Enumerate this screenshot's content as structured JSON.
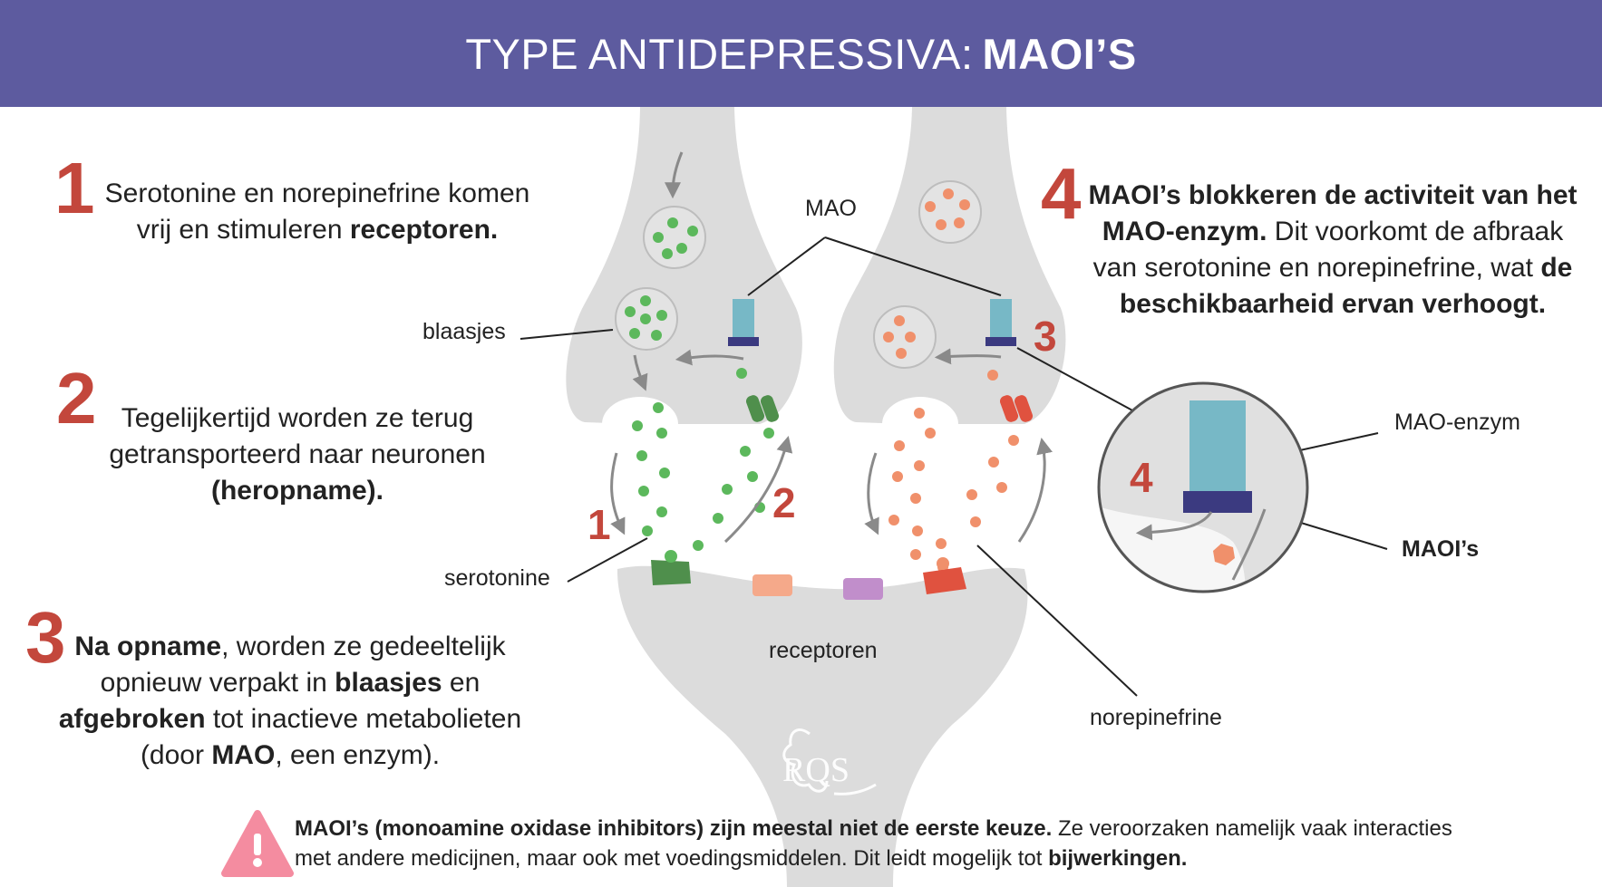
{
  "header": {
    "title_prefix": "TYPE ANTIDEPRESSIVA:",
    "title_bold": "MAOI’S",
    "bg_color": "#5d5b9f"
  },
  "colors": {
    "accent": "#c3473c",
    "serotonin": "#5cb85c",
    "norepinephrine": "#f0906b",
    "mao": "#77b8c6",
    "maoi": "#3b3a80",
    "neuron": "#dcdcdc"
  },
  "steps": {
    "s1": {
      "number": "1",
      "t1": "Serotonine en norepinefrine komen",
      "t2": "vrij en stimuleren ",
      "t2b": "receptoren."
    },
    "s2": {
      "number": "2",
      "t1": "Tegelijkertijd worden ze terug",
      "t2": "getransporteerd naar neuronen",
      "t3b": "(heropname)."
    },
    "s3": {
      "number": "3",
      "t1b": "Na opname",
      "t1": ", worden ze gedeeltelijk",
      "t2": "opnieuw verpakt in ",
      "t2b": "blaasjes",
      "t2c": " en",
      "t3b": "afgebroken",
      "t3": " tot inactieve metabolieten",
      "t4": "(door ",
      "t4b": "MAO",
      "t4c": ", een enzym)."
    },
    "s4": {
      "number": "4",
      "t1b": "MAOI’s blokkeren de activiteit van het",
      "t2b": "MAO-enzym.",
      "t2": " Dit voorkomt de afbraak",
      "t3": "van serotonine en norepinefrine, wat ",
      "t3b": "de",
      "t4b": "beschikbaarheid ervan verhoogt."
    }
  },
  "labels": {
    "mao": "MAO",
    "blaasjes": "blaasjes",
    "serotonine": "serotonine",
    "receptoren": "receptoren",
    "norepinefrine": "norepinefrine",
    "mao_enzym": "MAO-enzym",
    "maois": "MAOI’s"
  },
  "diagram_numbers": {
    "n1": "1",
    "n2": "2",
    "n3": "3",
    "n4": "4"
  },
  "warning": {
    "bold": "MAOI’s (monoamine oxidase inhibitors) zijn meestal niet de eerste keuze.",
    "t1": " Ze veroorzaken namelijk vaak interacties met andere medicijnen, maar ook met voedingsmiddelen. Dit leidt mogelijk tot ",
    "b2": "bijwerkingen."
  },
  "logo_text": "RQS"
}
